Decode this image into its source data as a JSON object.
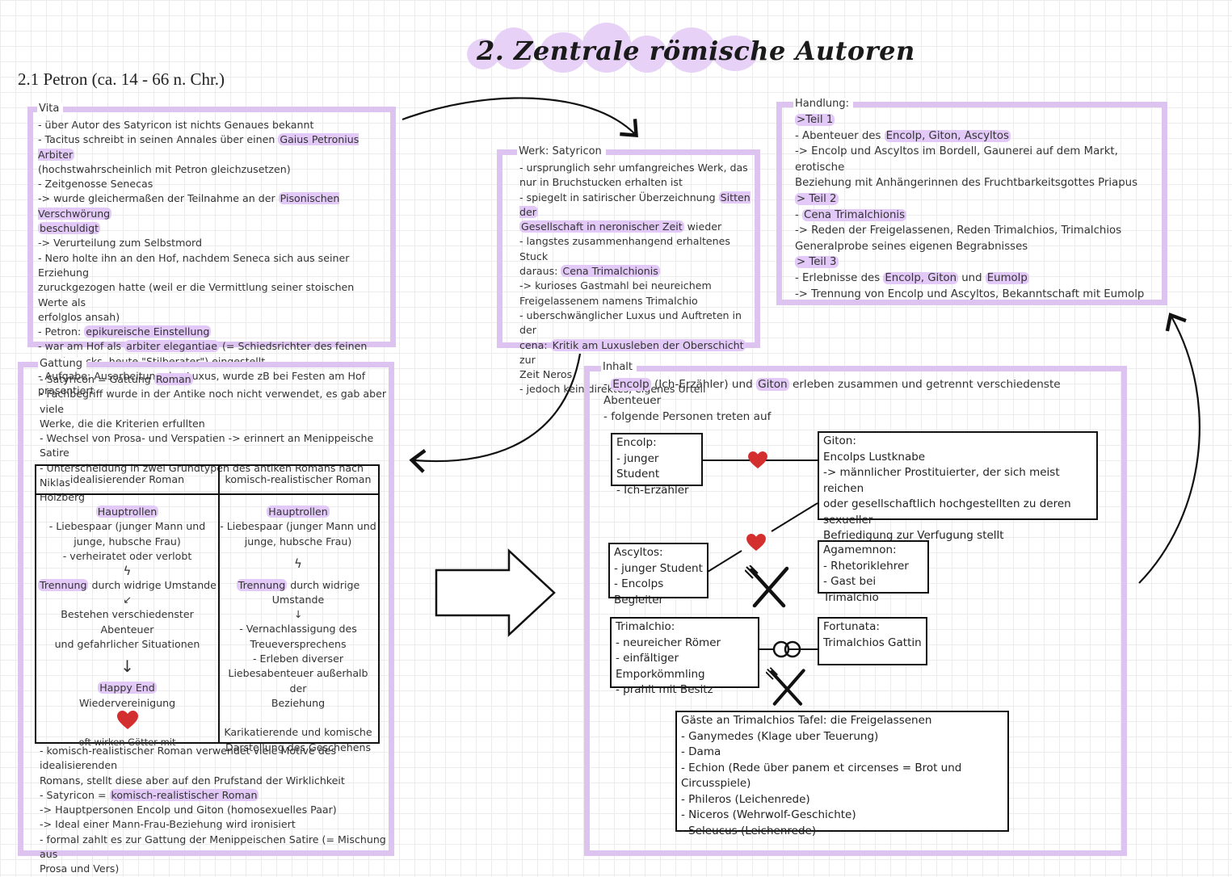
{
  "title": "2. Zentrale römische Autoren",
  "section": "2.1 Petron (ca. 14 - 66 n. Chr.)",
  "vita": {
    "label": "Vita",
    "lines": [
      "- über Autor des Satyricon ist nichts Genaues bekannt",
      "- Tacitus schreibt in seinen Annales über einen ",
      "(hochstwahrscheinlich mit Petron gleichzusetzen)",
      "- Zeitgenosse Senecas",
      "-> wurde gleichermaßen der Teilnahme an der ",
      "-> Verurteilung zum Selbstmord",
      "- Nero holte ihn an den Hof, nachdem Seneca sich aus seiner Erziehung",
      "zuruckgezogen hatte (weil er die Vermittlung seiner stoischen Werte als",
      "erfolglos ansah)",
      "- Petron: ",
      "- war am Hof als ",
      "Geschmacks, heute \"Stilberater\") eingestellt",
      "- Aufgabe: Ausarbeitung des Luxus, wurde zB bei Festen am Hof",
      "prasentiert"
    ],
    "hl_arbiter": "Gaius Petronius Arbiter",
    "hl_pison": "Pisonischen Verschwörung",
    "hl_beschuldigt": "beschuldigt",
    "hl_epikur": "epikureische Einstellung",
    "hl_eleg": "arbiter elegantiae",
    "eleg_rest": " (= Schiedsrichter des feinen"
  },
  "werk": {
    "label": "Werk: Satyricon",
    "l1": "- ursprunglich sehr umfangreiches Werk, das",
    "l2": "nur in Bruchstucken erhalten ist",
    "l3": "- spiegelt in satirischer Überzeichnung ",
    "hl_sitten": "Sitten der",
    "hl_gesell": "Gesellschaft in neronischer Zeit",
    "l4": " wieder",
    "l5": "- langstes zusammenhangend erhaltenes Stuck",
    "l6": "daraus: ",
    "hl_cena": "Cena Trimalchionis",
    "l7": "-> kurioses Gastmahl bei neureichem",
    "l8": "Freigelassenem namens Trimalchio",
    "l9": "- uberschwänglicher Luxus und Auftreten in der",
    "l10": "cena: ",
    "hl_kritik": "Kritik am Luxusleben der Oberschicht",
    "l11": " zur",
    "l12": "Zeit Neros",
    "l13": "- jedoch kein direktes, eigenes Urteil"
  },
  "handlung": {
    "label": "Handlung:",
    "teil1": ">Teil 1",
    "t1a": "- Abenteuer des ",
    "hl_t1": "Encolp, Giton, Ascyltos",
    "t1b": "-> Encolp und Ascyltos im Bordell, Gaunerei auf dem Markt, erotische",
    "t1c": "Beziehung mit Anhängerinnen des Fruchtbarkeitsgottes Priapus",
    "teil2": "> Teil 2",
    "t2a": "- ",
    "hl_t2": "Cena Trimalchionis",
    "t2b": "-> Reden der Freigelassenen, Reden Trimalchios, Trimalchios",
    "t2c": "Generalprobe seines eigenen Begrabnisses",
    "teil3": "> Teil 3",
    "t3a": "- Erlebnisse des ",
    "hl_t3a": "Encolp, Giton",
    "t3and": " und ",
    "hl_t3b": "Eumolp",
    "t3b": "-> Trennung von Encolp und Ascyltos, Bekanntschaft mit Eumolp"
  },
  "gattung": {
    "label": "Gattung",
    "g1": "- Satyricon = Gattung ",
    "hl_roman": "Roman",
    "g2": "- Fachbegriff wurde in der Antike noch nicht verwendet, es gab aber viele",
    "g3": "Werke, die die Kriterien erfullten",
    "g4": "- Wechsel von Prosa- und Verspatien -> erinnert an Menippeische Satire",
    "g5": "- Unterscheidung in zwei Grundtypen des antiken Romans nach Niklas",
    "g6": "Holzberg",
    "col1_head": "idealisierender Roman",
    "col2_head": "komisch-realistischer Roman",
    "hauptrollen": "Hauptrollen",
    "c1a": "- Liebespaar (junger Mann und",
    "c1b": "junge, hubsche Frau)",
    "c1c": "- verheiratet oder verlobt",
    "trennung": "Trennung",
    "c1d": " durch widrige Umstande",
    "c1e": "Bestehen verschiedenster Abenteuer",
    "c1f": "und gefahrlicher Situationen",
    "happy": "Happy End",
    "c1g": "Wiedervereinigung",
    "c1h": "oft wirken Götter mit",
    "c2a": "- Liebespaar (junger Mann und",
    "c2b": "junge, hubsche Frau)",
    "c2c": " durch widrige",
    "c2d": "Umstande",
    "c2e": "- Vernachlassigung des",
    "c2f": "Treueversprechens",
    "c2g": "- Erleben diverser",
    "c2h": "Liebesabenteuer außerhalb der",
    "c2i": "Beziehung",
    "c2j": "Karikatierende und komische",
    "c2k": "Darstellung des Geschehens",
    "b1": "- komisch-realistischer Roman verwendet viele Motive des idealisierenden",
    "b2": "Romans, stellt diese aber auf den Prufstand der Wirklichkeit",
    "b3": "- Satyricon = ",
    "hl_kr": "komisch-realistischer Roman",
    "b4": "-> Hauptpersonen Encolp und Giton (homosexuelles Paar)",
    "b5": "-> Ideal einer Mann-Frau-Beziehung wird ironisiert",
    "b6": "- formal zahlt es zur Gattung der Menippeischen Satire (= Mischung aus",
    "b7": "Prosa und Vers)"
  },
  "inhalt": {
    "label": "Inhalt",
    "i1a": "- ",
    "hl_encolp": "Encolp",
    "i1b": " (Ich-Erzähler) und ",
    "hl_giton": "Giton",
    "i1c": " erleben zusammen und getrennt verschiedenste Abenteuer",
    "i2": "- folgende Personen treten auf",
    "encolp": [
      "Encolp:",
      "- junger Student",
      "- Ich-Erzähler"
    ],
    "giton": [
      "Giton:",
      "Encolps Lustknabe",
      "-> männlicher Prostituierter, der sich meist reichen",
      "oder gesellschaftlich hochgestellten zu deren sexueller",
      "Befriedigung zur Verfugung stellt"
    ],
    "ascyltos": [
      "Ascyltos:",
      "- junger Student",
      "- Encolps Begleiter"
    ],
    "agamemnon": [
      "Agamemnon:",
      "- Rhetoriklehrer",
      "- Gast bei Trimalchio"
    ],
    "trimalchio": [
      "Trimalchio:",
      "- neureicher Römer",
      "- einfältiger Emporkömmling",
      "- prahlt mit Besitz"
    ],
    "fortunata": [
      "Fortunata:",
      "Trimalchios Gattin"
    ],
    "gaeste": [
      "Gäste an Trimalchios Tafel: die Freigelassenen",
      "- Ganymedes (Klage uber Teuerung)",
      "- Dama",
      "- Echion (Rede über panem et circenses = Brot und Circusspiele)",
      "- Phileros (Leichenrede)",
      "- Niceros (Wehrwolf-Geschichte)",
      "- Seleucus (Leichenrede)"
    ]
  },
  "colors": {
    "highlight": "#e2c9f7",
    "frame": "#dcc3f0",
    "heart": "#d42f2f"
  },
  "icons": [
    "heart-icon",
    "cutlery-icon",
    "rings-icon",
    "lightning-icon",
    "arrow-down-icon",
    "big-arrow-right"
  ]
}
